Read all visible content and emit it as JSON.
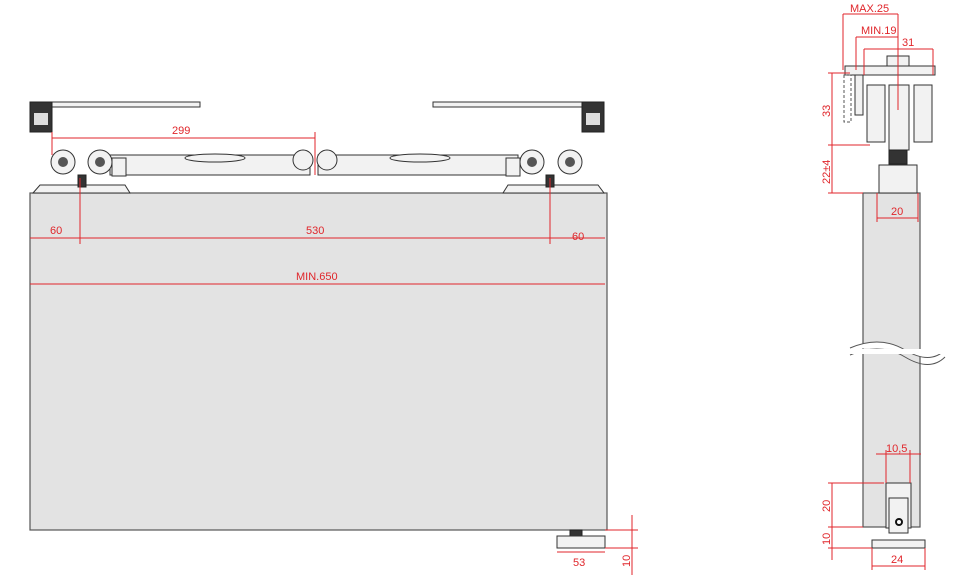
{
  "front_view": {
    "dim_299": "299",
    "dim_60_left": "60",
    "dim_530": "530",
    "dim_60_right": "60",
    "dim_min650": "MIN.650",
    "dim_53": "53",
    "dim_10": "10"
  },
  "side_view": {
    "dim_max25": "MAX.25",
    "dim_min19": "MIN.19",
    "dim_31": "31",
    "dim_33": "33",
    "dim_22": "22±4",
    "dim_20_top": "20",
    "dim_10_5": "10,5",
    "dim_20_bottom": "20",
    "dim_10": "10",
    "dim_24": "24"
  },
  "colors": {
    "dimension": "#e0262b",
    "door": "#e3e3e3"
  }
}
